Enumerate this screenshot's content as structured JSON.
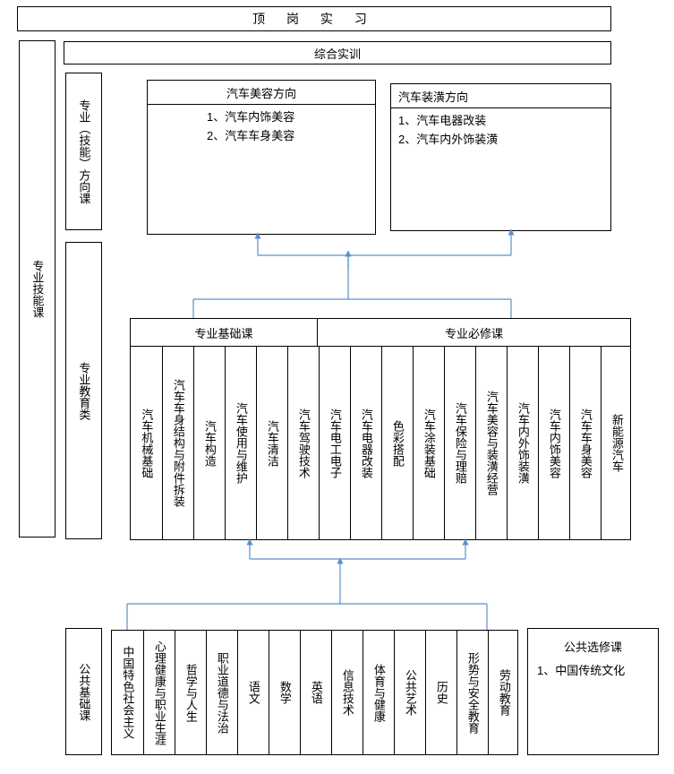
{
  "top_bar": {
    "label": "顶 岗 实 习"
  },
  "comprehensive": {
    "label": "综合实训"
  },
  "left_major_skill": {
    "label": "专业技能课"
  },
  "direction_course": {
    "label": "专业（技能）方向课"
  },
  "professional_edu": {
    "label": "专业教育类"
  },
  "public_basic": {
    "label": "公共基础课"
  },
  "directions": [
    {
      "title": "汽车美容方向",
      "items": [
        "1、汽车内饰美容",
        "2、汽车车身美容"
      ]
    },
    {
      "title": "汽车装潢方向",
      "items": [
        "1、汽车电器改装",
        "2、汽车内外饰装潢"
      ]
    }
  ],
  "basic_course_header": "专业基础课",
  "required_course_header": "专业必修课",
  "basic_courses": [
    "汽车机械基础",
    "汽车车身结构与附件拆装",
    "汽车构造",
    "汽车使用与维护",
    "汽车清洁",
    "汽车驾驶技术"
  ],
  "required_courses": [
    "汽车电工电子",
    "汽车电器改装",
    "色彩搭配",
    "汽车涂装基础",
    "汽车保险与理赔",
    "汽车美容与装潢经营",
    "汽车内外饰装潢",
    "汽车内饰美容",
    "汽车车身美容",
    "新能源汽车"
  ],
  "public_courses": [
    "中国特色社会主义",
    "心理健康与职业生涯",
    "哲学与人生",
    "职业道德与法治",
    "语文",
    "数学",
    "英语",
    "信息技术",
    "体育与健康",
    "公共艺术",
    "历史",
    "形势与安全教育",
    "劳动教育"
  ],
  "public_elective": {
    "title": "公共选修课",
    "items": [
      "1、中国传统文化"
    ]
  },
  "line_color": "#5b8fc9"
}
